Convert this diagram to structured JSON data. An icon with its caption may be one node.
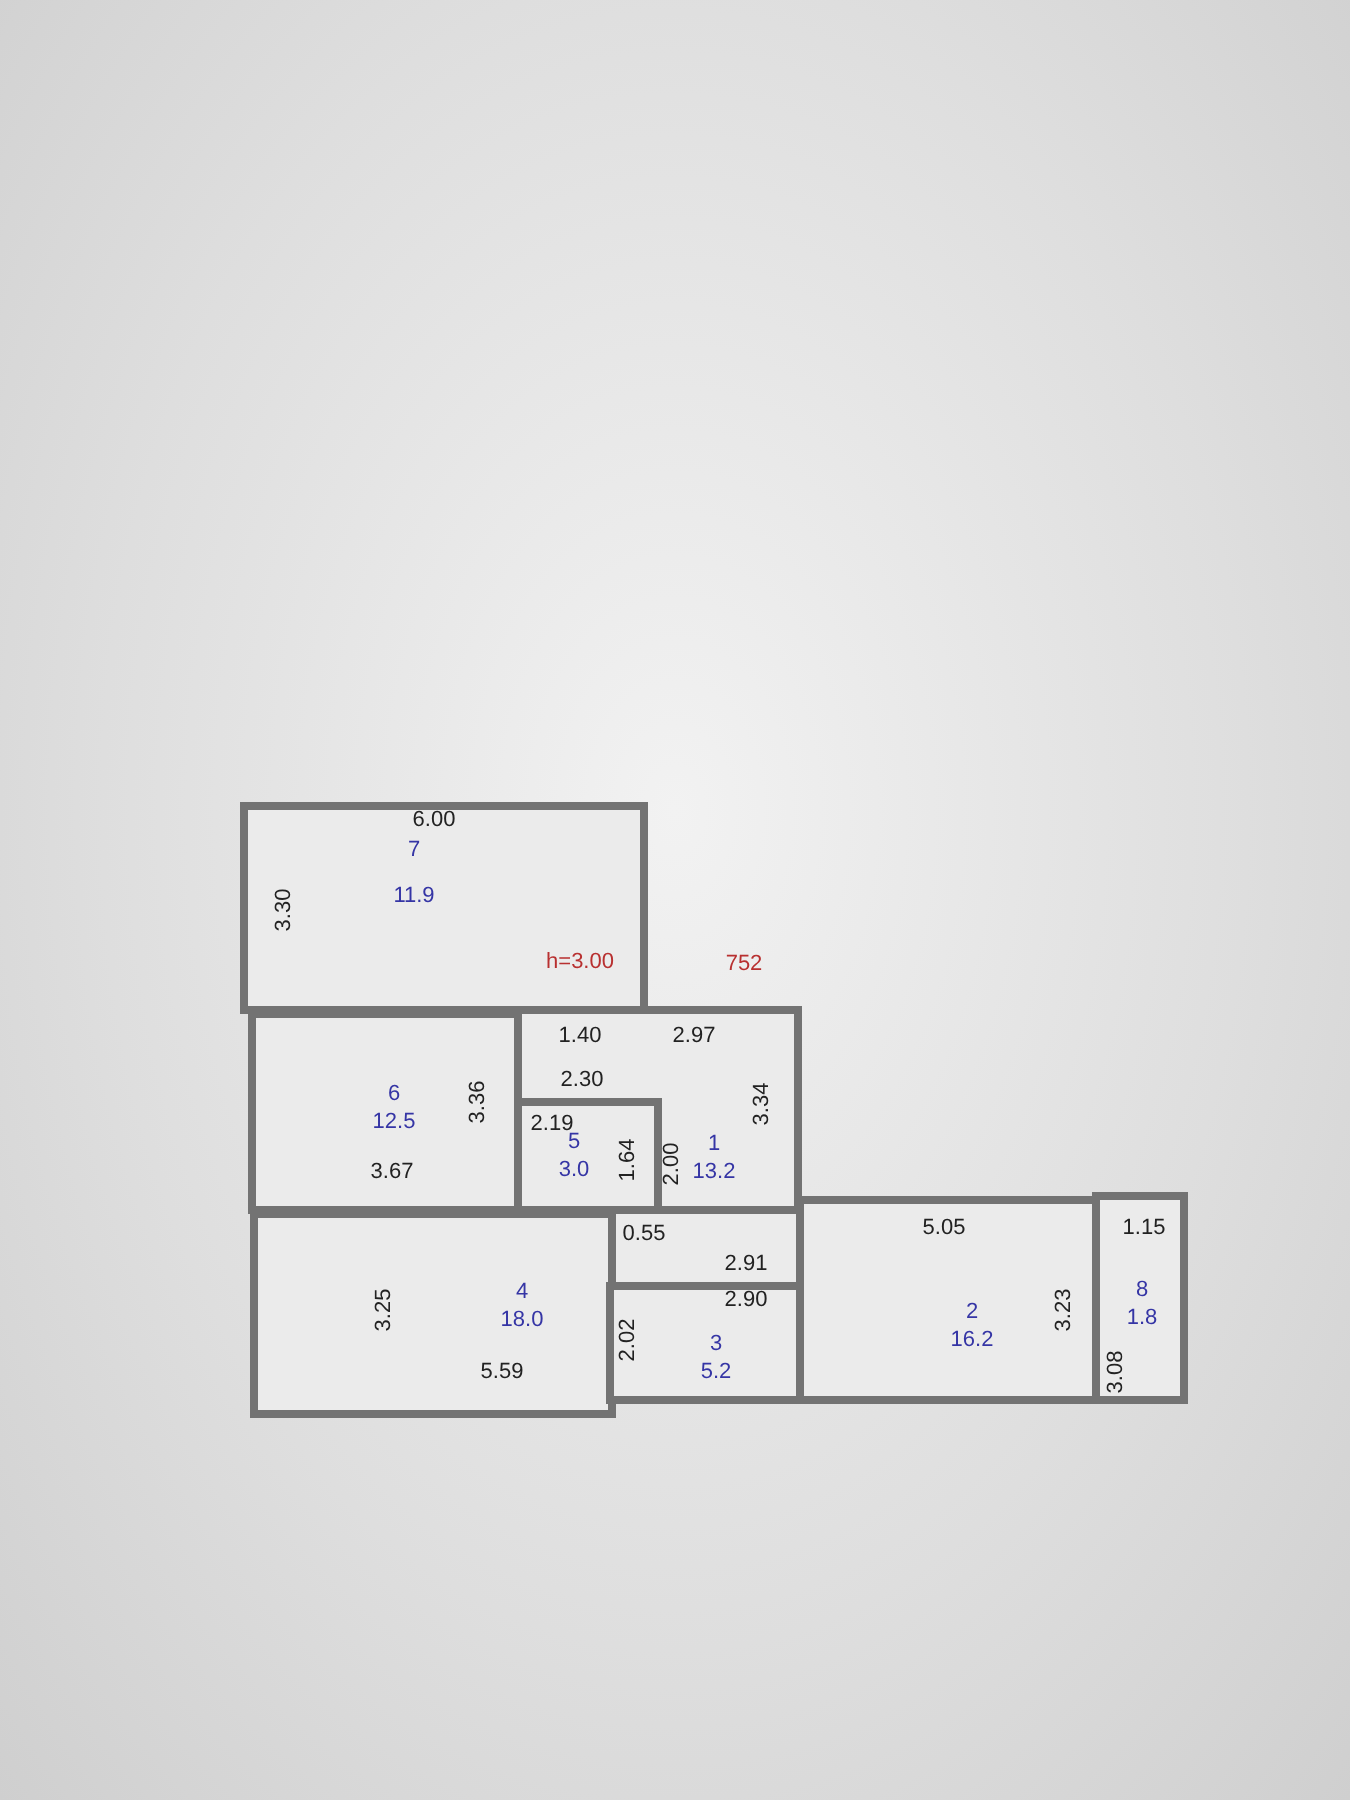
{
  "diagram": {
    "nodes": [
      {
        "text": [
          "7",
          "11.9"
        ]
      },
      {
        "text": [
          "6",
          "12.5"
        ]
      },
      {
        "text": [
          "1",
          "13.2"
        ]
      },
      {
        "text": [
          "5",
          "3.0"
        ],
        "in": 2
      },
      {
        "text": [
          "4",
          "18.0"
        ]
      },
      {
        "text": [
          "3",
          "5.2"
        ]
      },
      {
        "text": [
          "2",
          "16.2"
        ]
      },
      {
        "text": [
          "8",
          "1.8"
        ]
      }
    ],
    "labels": [
      "6.00",
      "3.30",
      "h=3.00",
      "752",
      "1.40",
      "2.97",
      "2.30",
      "3.36",
      "3.34",
      "2.19",
      "1.64",
      "2.00",
      "3.67",
      "0.55",
      "5.05",
      "1.15",
      "2.91",
      "2.90",
      "3.25",
      "3.23",
      "2.02",
      "5.59",
      "3.08"
    ]
  }
}
